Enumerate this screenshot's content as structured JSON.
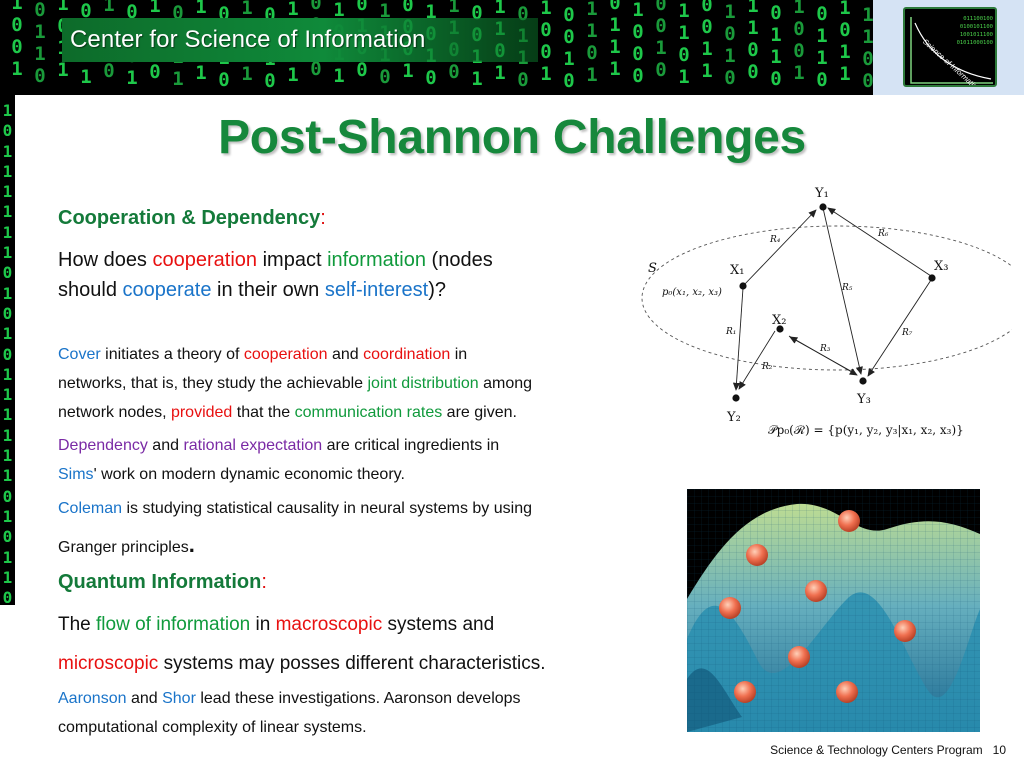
{
  "header": {
    "title": "Center for Science of Information",
    "logo_text": "Science of Information",
    "logo_digits": "011100100\n0100101100\n1001011100\n01011000100"
  },
  "matrix_columns": [
    "1\n0\n0\n1",
    "0\n1\n1\n0",
    "1\n0\n1\n1",
    "0\n0\n1\n1",
    "1\n1\n0\n0",
    "0\n1\n0\n1",
    "1\n0\n1\n0",
    "0\n0\n1\n1",
    "1\n1\n0\n1",
    "0\n1\n1\n0",
    "1\n0\n0\n1",
    "0\n1\n1\n0",
    "1\n1\n0\n1",
    "0\n0\n1\n0",
    "1\n0\n1\n1",
    "0\n1\n0\n0",
    "1\n1\n1\n0",
    "0\n0\n0\n1",
    "1\n0\n1\n0",
    "1\n1\n0\n0",
    "0\n0\n1\n1",
    "1\n1\n0\n1",
    "0\n1\n1\n0",
    "1\n0\n0\n1",
    "0\n0\n1\n0",
    "1\n1\n0\n1",
    "0\n1\n1\n1",
    "1\n0\n0\n0",
    "0\n0\n1\n0",
    "1\n1\n0\n1",
    "0\n0\n1\n1",
    "1\n0\n1\n0",
    "1\n1\n0\n0",
    "0\n1\n1\n0",
    "1\n0\n0\n1",
    "0\n1\n1\n0",
    "1\n0\n1\n1",
    "1\n1\n0\n0"
  ],
  "left_column": "1\n0\n1\n1\n1\n1\n1\n1\n0\n1\n0\n1\n0\n1\n1\n1\n1\n1\n1\n0\n1\n0\n1\n1\n0",
  "slide_title": "Post-Shannon Challenges",
  "cooperation": {
    "heading": "Cooperation & Dependency",
    "colon": ":",
    "q_1": "How does ",
    "q_cooperation": "cooperation",
    "q_2": " impact ",
    "q_information": "information",
    "q_3": " (nodes",
    "q_4": "should ",
    "q_cooperate": "cooperate",
    "q_5": " in their own ",
    "q_self_interest": "self-interest",
    "q_6": ")?",
    "cover": "Cover",
    "c_1": " initiates a theory of ",
    "c_cooperation": "cooperation",
    "c_2": " and ",
    "c_coordination": "coordination",
    "c_3": " in",
    "c_4": "networks, that is, they study the achievable ",
    "c_joint": "joint distribution",
    "c_5": " among",
    "c_6": "network nodes, ",
    "c_provided": "provided",
    "c_7": " that the ",
    "c_rates": "communication rates",
    "c_8": " are given.",
    "d_dependency": "Dependency",
    "d_1": " and ",
    "d_rational": "rational expectation",
    "d_2": " are critical ingredients in",
    "d_sims": "Sims",
    "d_3": "' work on modern dynamic economic theory.",
    "e_coleman": "Coleman",
    "e_1": " is studying statistical causality in neural systems by using",
    "e_2": "Granger principles",
    "e_3": "."
  },
  "quantum": {
    "heading": "Quantum Information",
    "colon": ":",
    "q_1": "The ",
    "q_flow": "flow of information",
    "q_2": " in ",
    "q_macro": "macroscopic",
    "q_3": " systems and",
    "q_micro": "microscopic",
    "q_4": " systems may posses different characteristics.",
    "a_aaronson": "Aaronson",
    "a_1": " and ",
    "a_shor": "Shor",
    "a_2": " lead these investigations. Aaronson develops",
    "a_3": "computational complexity of linear systems."
  },
  "diagram": {
    "set_label": "S",
    "y1": "Y₁",
    "x1": "X₁",
    "x2": "X₂",
    "x3": "X₃",
    "y2": "Y₂",
    "y3": "Y₃",
    "dist": "p₀(x₁, x₂, x₃)",
    "r1": "R₁",
    "r2": "R₂",
    "r3": "R₃",
    "r4": "R₄",
    "r5": "R₅",
    "r6": "R₆",
    "r7": "R₇",
    "formula": "𝒫p₀(ℛ) = {p(y₁, y₂, y₃|x₁, x₂, x₃)}"
  },
  "footer": {
    "program": "Science & Technology Centers Program",
    "page": "10"
  },
  "colors": {
    "title_green": "#16883c",
    "heading_green": "#147a3a",
    "red": "#e81010",
    "green": "#109a3c",
    "blue": "#1a74c9",
    "purple": "#7a2aa5"
  }
}
